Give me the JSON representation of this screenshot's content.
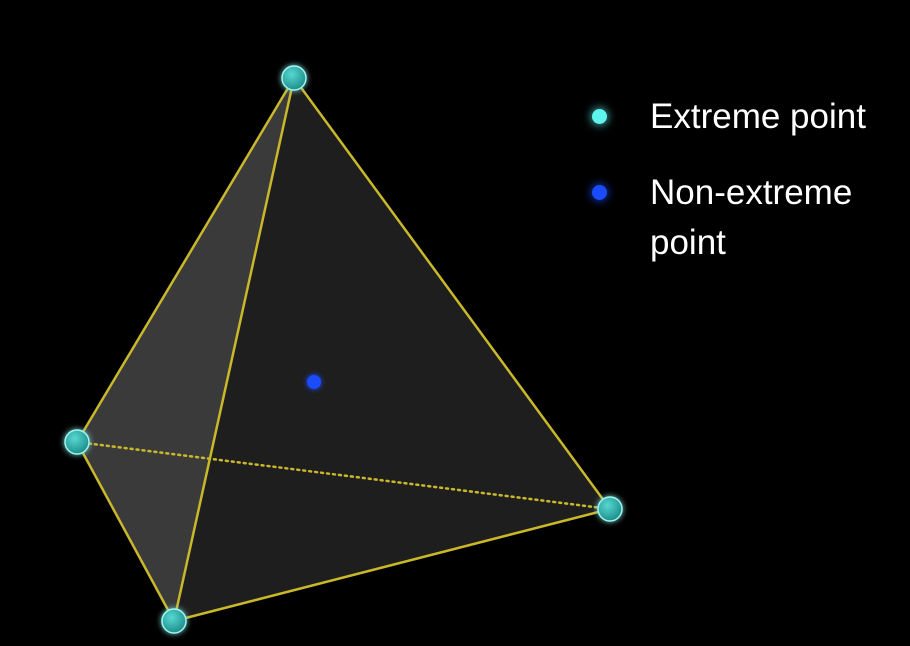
{
  "colors": {
    "background": "#000000",
    "edge": "#c9b82a",
    "extreme_point": "#35c9c4",
    "extreme_point_glow": "#6ff3ee",
    "non_extreme_point": "#1a4cff",
    "face_light": "#3a3a3a",
    "face_dark": "#1e1e1e"
  },
  "legend": {
    "extreme": {
      "label": "Extreme point",
      "icon": "cyan-dot"
    },
    "non_extreme": {
      "label": "Non-extreme point",
      "icon": "blue-dot"
    }
  }
}
